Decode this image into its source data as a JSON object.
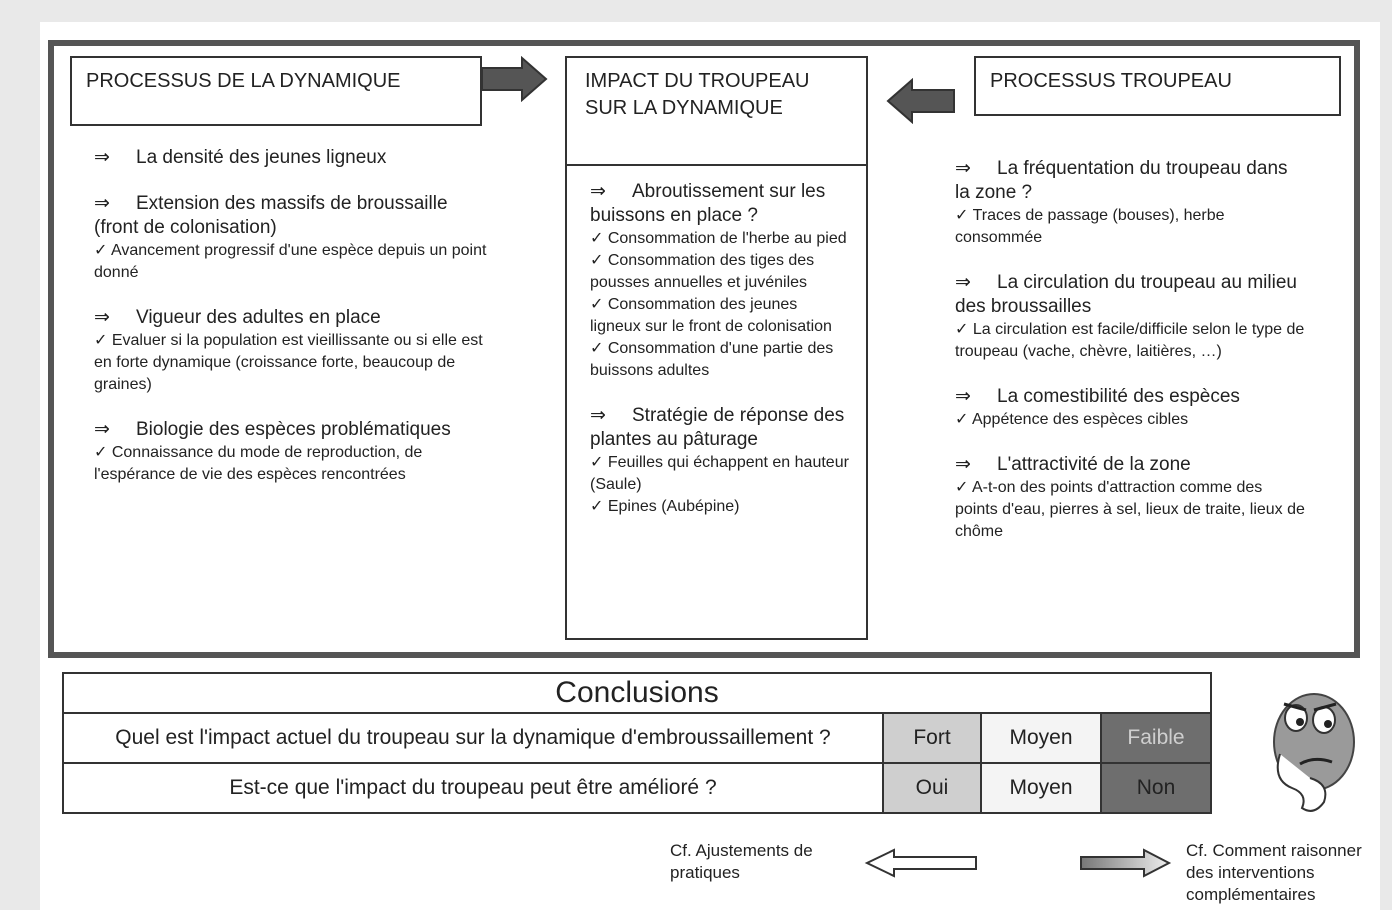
{
  "left": {
    "title": "PROCESSUS DE LA DYNAMIQUE",
    "items": [
      {
        "arrow": "⇒",
        "text": "La densité des jeunes ligneux",
        "subs": []
      },
      {
        "arrow": "⇒",
        "text": "Extension des massifs de broussaille (front de colonisation)",
        "subs": [
          "✓ Avancement progressif d'une espèce depuis un point donné"
        ]
      },
      {
        "arrow": "⇒",
        "text": "Vigueur des adultes en place",
        "subs": [
          "✓ Evaluer si la population est vieillissante ou si elle est en forte dynamique (croissance forte, beaucoup de graines)"
        ]
      },
      {
        "arrow": "⇒",
        "text": "Biologie des espèces problématiques",
        "subs": [
          "✓ Connaissance du mode de reproduction, de l'espérance de vie des espèces rencontrées"
        ]
      }
    ]
  },
  "middle": {
    "title": "IMPACT DU TROUPEAU SUR LA DYNAMIQUE",
    "items": [
      {
        "arrow": "⇒",
        "text": "Abroutissement sur les buissons en place ?",
        "subs": [
          "✓ Consommation de l'herbe au pied",
          "✓ Consommation des tiges des pousses annuelles et juvéniles",
          "✓ Consommation des jeunes ligneux sur le front de colonisation",
          "✓ Consommation d'une partie des buissons adultes"
        ]
      },
      {
        "arrow": "⇒",
        "text": "Stratégie de réponse des plantes au pâturage",
        "subs": [
          "✓ Feuilles qui échappent en hauteur (Saule)",
          "✓ Epines (Aubépine)"
        ]
      }
    ]
  },
  "right": {
    "title": "PROCESSUS TROUPEAU",
    "items": [
      {
        "arrow": "⇒",
        "text": "La fréquentation du troupeau dans la zone ?",
        "subs": [
          "✓ Traces de passage (bouses), herbe consommée"
        ]
      },
      {
        "arrow": "⇒",
        "text": "La circulation du troupeau au milieu des broussailles",
        "subs": [
          "✓ La circulation est facile/difficile selon le type de troupeau (vache, chèvre, laitières, …)"
        ]
      },
      {
        "arrow": "⇒",
        "text": "La comestibilité des espèces",
        "subs": [
          "✓ Appétence des espèces cibles"
        ]
      },
      {
        "arrow": "⇒",
        "text": "L'attractivité de la zone",
        "subs": [
          "✓ A-t-on des points d'attraction comme des points d'eau, pierres à sel, lieux de traite, lieux de chôme"
        ]
      }
    ]
  },
  "conclusions": {
    "title": "Conclusions",
    "rows": [
      {
        "question": "Quel est l'impact actuel du troupeau   sur la dynamique d'embroussaillement ?",
        "options": [
          {
            "label": "Fort",
            "bg": "#cfcfcf",
            "fg": "#222"
          },
          {
            "label": "Moyen",
            "bg": "#f4f4f4",
            "fg": "#222"
          },
          {
            "label": "Faible",
            "bg": "#6e6e6e",
            "fg": "#cfcfcf"
          }
        ]
      },
      {
        "question": "Est-ce que l'impact du troupeau peut être amélioré ?",
        "options": [
          {
            "label": "Oui",
            "bg": "#cfcfcf",
            "fg": "#222"
          },
          {
            "label": "Moyen",
            "bg": "#f4f4f4",
            "fg": "#222"
          },
          {
            "label": "Non",
            "bg": "#6e6e6e",
            "fg": "#222"
          }
        ]
      }
    ]
  },
  "footer": {
    "left_note": "Cf. Ajustements de pratiques",
    "right_note": "Cf. Comment raisonner des interventions complémentaires"
  },
  "icons": {
    "thinking_face": "thinking-face-icon",
    "flow_arrow_right": "arrow-right-icon",
    "flow_arrow_left": "arrow-left-icon"
  }
}
